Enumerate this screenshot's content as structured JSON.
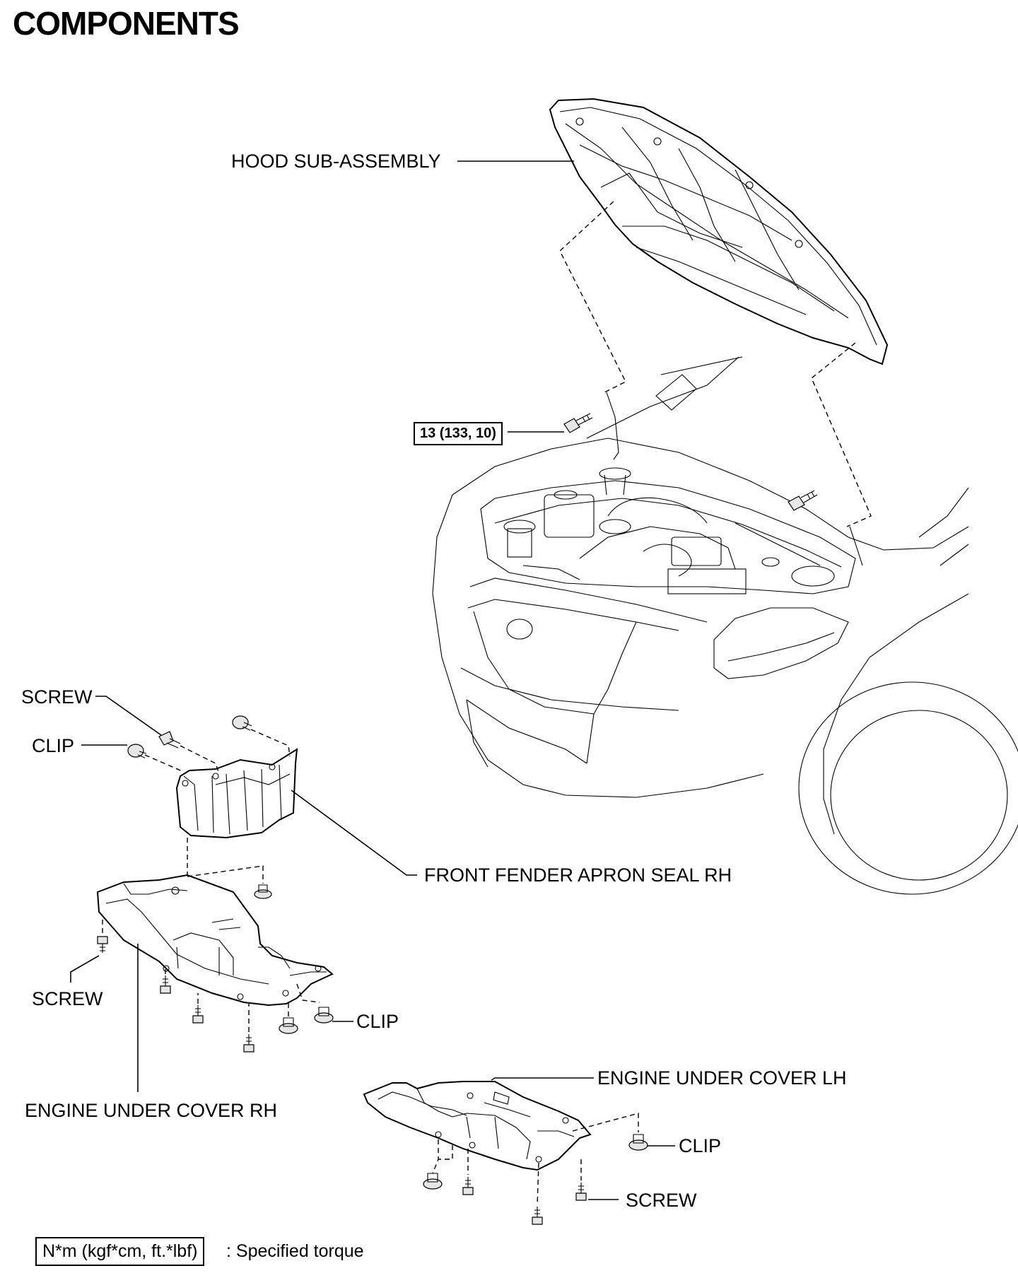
{
  "title": "COMPONENTS",
  "labels": {
    "hood": "HOOD SUB-ASSEMBLY",
    "torque": "13 (133, 10)",
    "screw_top": "SCREW",
    "clip_top": "CLIP",
    "front_fender": "FRONT FENDER APRON SEAL RH",
    "screw_rh": "SCREW",
    "clip_rh": "CLIP",
    "engine_rh": "ENGINE UNDER COVER RH",
    "engine_lh": "ENGINE UNDER COVER LH",
    "clip_lh": "CLIP",
    "screw_lh": "SCREW"
  },
  "legend": {
    "box": "N*m (kgf*cm, ft.*lbf)",
    "text": ": Specified torque"
  }
}
